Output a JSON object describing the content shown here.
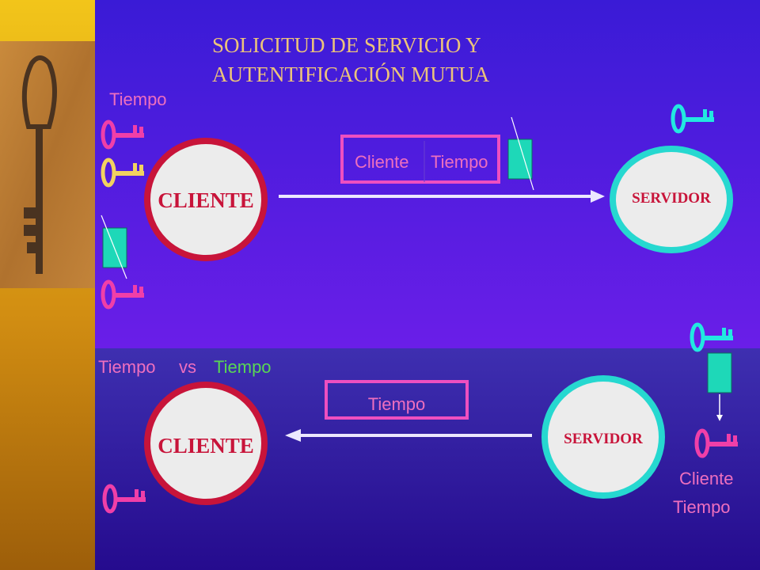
{
  "slide": {
    "title_line1": "SOLICITUD DE SERVICIO Y",
    "title_line2": "AUTENTIFICACIÓN MUTUA",
    "colors": {
      "sidebar_top": "#f2c51a",
      "sidebar_bottom": "#9d5e0a",
      "background_top": "#4a1ee0",
      "background_bottom": "#2b0c99",
      "title": "#ecc37a",
      "label_pink": "#ee6fbe",
      "label_green": "#59d654",
      "cliente_ring": "#c8143a",
      "servidor_ring": "#26d8d0",
      "key_pink": "#f03fa8",
      "key_cyan": "#22e8e0",
      "ticket_fill": "#1ed8b8"
    }
  },
  "top": {
    "tiempo_label": "Tiempo",
    "client_label": "CLIENTE",
    "server_label": "SERVIDOR",
    "message_part1": "Cliente",
    "message_part2": "Tiempo"
  },
  "bottom": {
    "compare_left": "Tiempo",
    "compare_vs": "vs",
    "compare_right": "Tiempo",
    "client_label": "CLIENTE",
    "server_label": "SERVIDOR",
    "message": "Tiempo",
    "cliente_label": "Cliente",
    "tiempo_label": "Tiempo"
  }
}
